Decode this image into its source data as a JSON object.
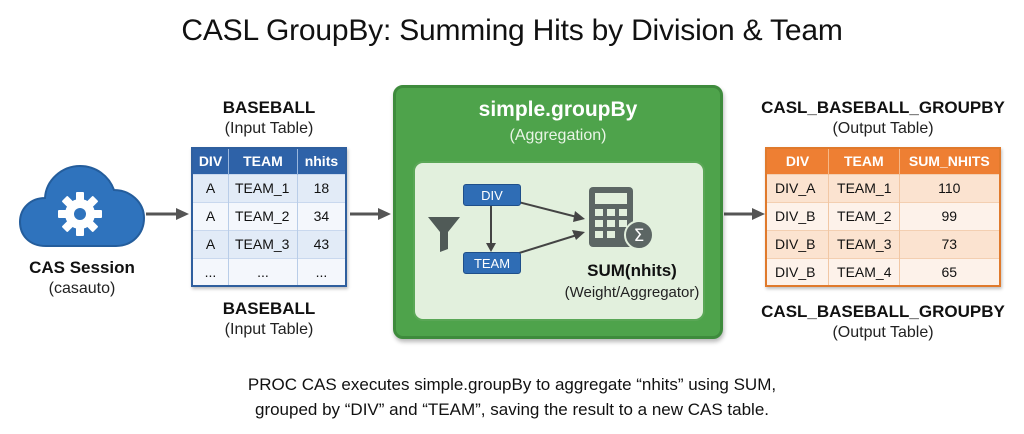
{
  "title": "CASL GroupBy: Summing Hits by Division & Team",
  "cas_session": {
    "name": "CAS Session",
    "subtitle": "(casauto)"
  },
  "input_table": {
    "name_top": "BASEBALL",
    "sub_top": "(Input Table)",
    "name_bottom": "BASEBALL",
    "sub_bottom": "(Input Table)",
    "columns": [
      "DIV",
      "TEAM",
      "nhits"
    ],
    "rows": [
      [
        "A",
        "TEAM_1",
        "18"
      ],
      [
        "A",
        "TEAM_2",
        "34"
      ],
      [
        "A",
        "TEAM_3",
        "43"
      ],
      [
        "...",
        "...",
        "..."
      ]
    ]
  },
  "aggregation": {
    "title": "simple.groupBy",
    "subtitle": "(Aggregation)",
    "group_var_1": "DIV",
    "group_var_2": "TEAM",
    "sum_label": "SUM(nhits)",
    "sum_sub": "(Weight/Aggregator)",
    "icons": [
      "filter-icon",
      "calculator-icon",
      "sigma-icon"
    ]
  },
  "output_table": {
    "name_top": "CASL_BASEBALL_GROUPBY",
    "sub_top": "(Output Table)",
    "name_bottom": "CASL_BASEBALL_GROUPBY",
    "sub_bottom": "(Output Table)",
    "columns": [
      "DIV",
      "TEAM",
      "SUM_NHITS"
    ],
    "rows": [
      [
        "DIV_A",
        "TEAM_1",
        "110"
      ],
      [
        "DIV_B",
        "TEAM_2",
        "99"
      ],
      [
        "DIV_B",
        "TEAM_3",
        "73"
      ],
      [
        "DIV_B",
        "TEAM_4",
        "65"
      ]
    ]
  },
  "footer": {
    "line1": "PROC CAS executes simple.groupBy to aggregate “nhits” using SUM,",
    "line2": "grouped by “DIV” and “TEAM”, saving the result to a new CAS table."
  },
  "colors": {
    "input_header": "#2e62a8",
    "output_header": "#ee7f33",
    "aggregation_box": "#4ea34b",
    "cloud": "#2f73bd"
  }
}
